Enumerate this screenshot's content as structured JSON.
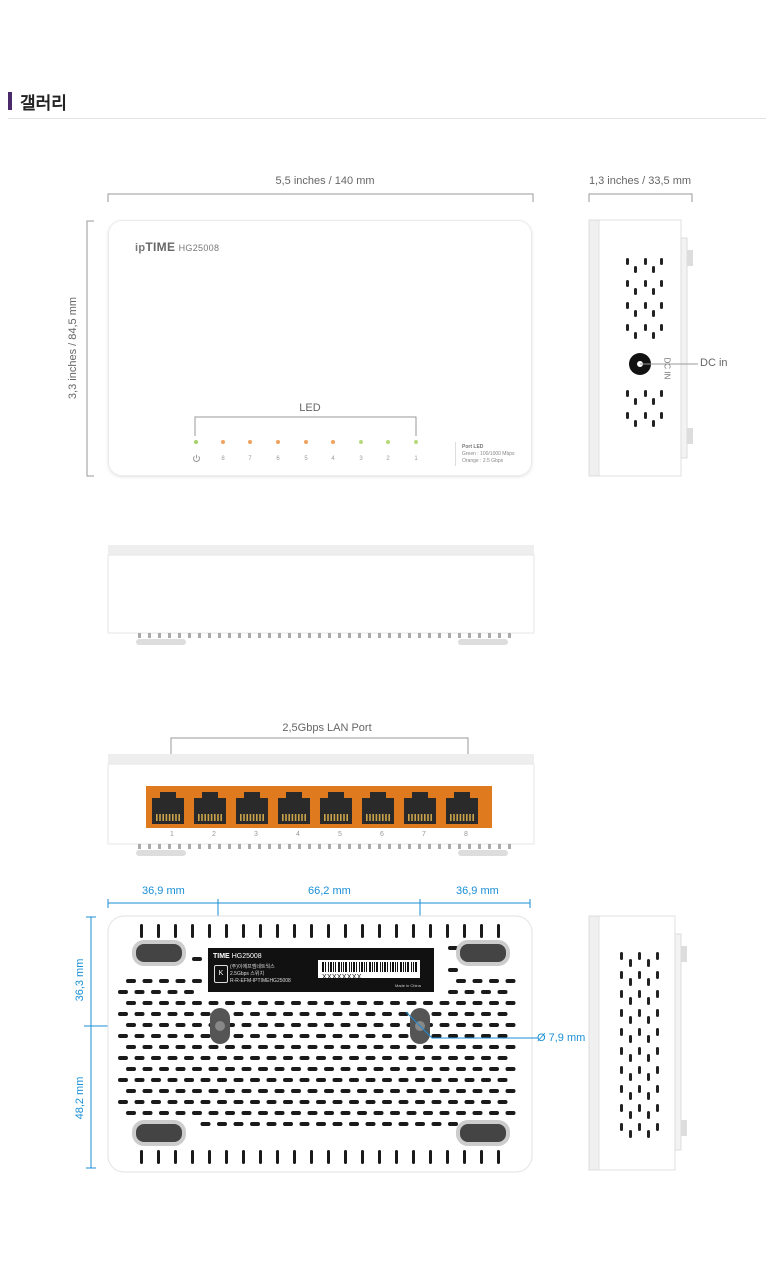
{
  "section": {
    "title": "갤러리"
  },
  "top_view": {
    "width_label": "5,5 inches / 140 mm",
    "height_label": "3,3 inches / 84,5 mm",
    "brand_prefix": "ip",
    "brand_bold": "TIME",
    "model": "HG25008",
    "led_label": "LED",
    "led_numbers": [
      "8",
      "7",
      "6",
      "5",
      "4",
      "3",
      "2",
      "1"
    ],
    "legend_title": "Port LED",
    "legend_line1": "Green  : 100/1000 Mbps",
    "legend_line2": "Orange : 2.5 Gbps",
    "colors": {
      "power": "#a5d06a",
      "orange": "#f0a35e",
      "green": "#b7d97a"
    }
  },
  "side_view": {
    "depth_label": "1,3 inches / 33,5 mm",
    "port_text": "DC IN",
    "callout": "DC in"
  },
  "back_view": {
    "ports_label": "2,5Gbps LAN Port",
    "port_numbers": [
      "1",
      "2",
      "3",
      "4",
      "5",
      "6",
      "7",
      "8"
    ],
    "port_color": "#e07a1f"
  },
  "bottom_view": {
    "dim_left": "36,9 mm",
    "dim_middle": "66,2 mm",
    "dim_right": "36,9 mm",
    "dim_top": "36,3 mm",
    "dim_bottom": "48,2 mm",
    "hole_label": "Ø 7,9 mm",
    "label_brand": "TIME",
    "label_model": "HG25008",
    "label_line1": "(주)이에프엠네트웍스",
    "label_line2": "2.5Gbps 스위치",
    "label_line3": "R-R-EFM-IPTIMEHG25008",
    "serial": "XXXXXXXX",
    "made_in": "Made in China",
    "accent": "#1a8fd6"
  }
}
